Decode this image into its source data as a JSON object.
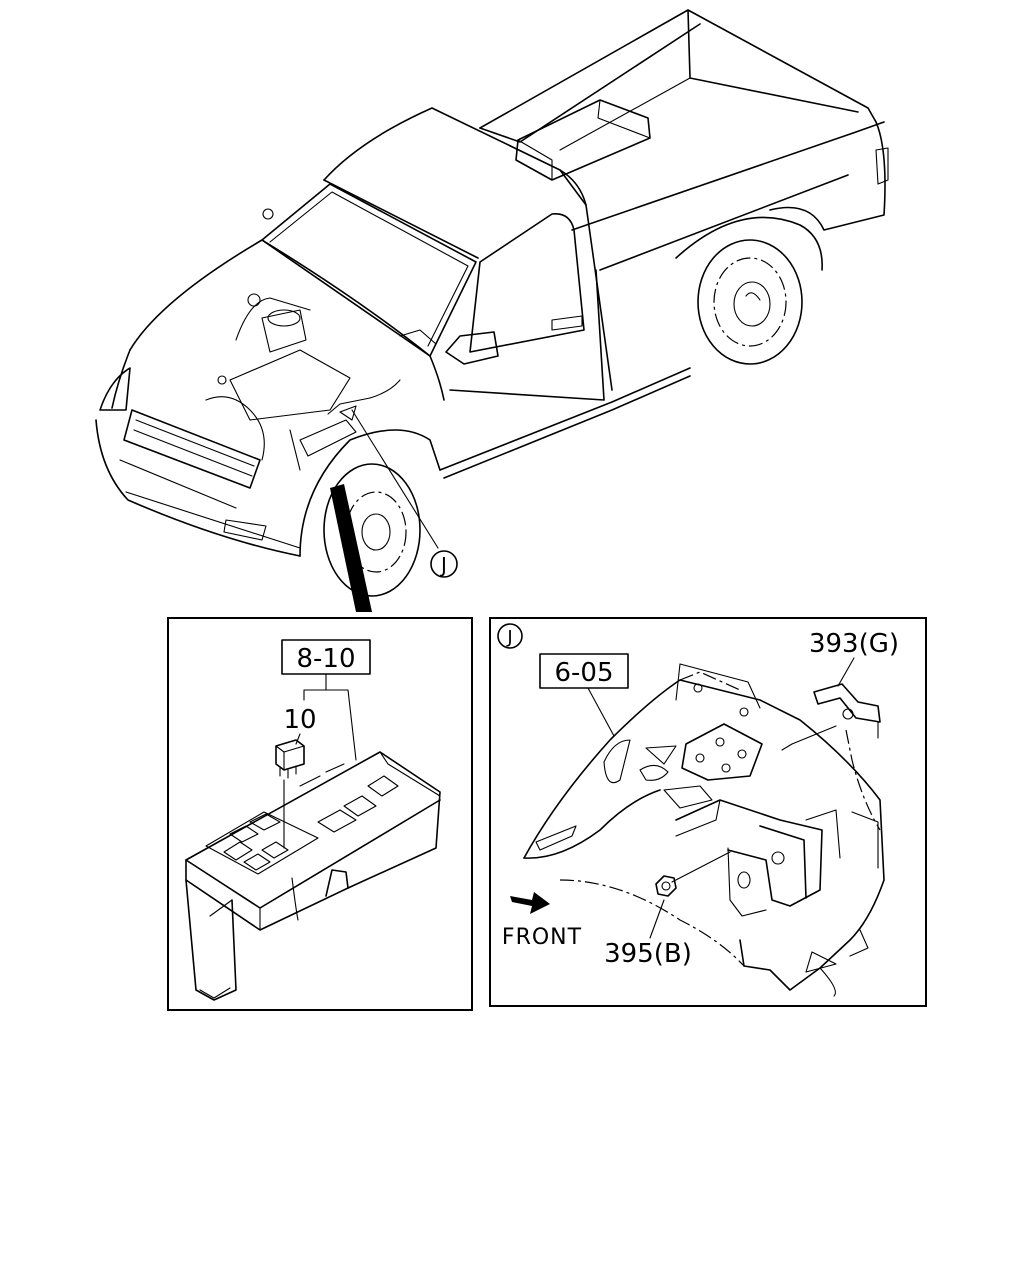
{
  "diagram": {
    "callout_j": "J",
    "left_panel": {
      "ref_box": "8-10",
      "part_number": "10"
    },
    "right_panel": {
      "corner_tag": "J",
      "ref_box": "6-05",
      "part_top": "393(G)",
      "part_bottom": "395(B)",
      "direction_label": "FRONT"
    }
  }
}
